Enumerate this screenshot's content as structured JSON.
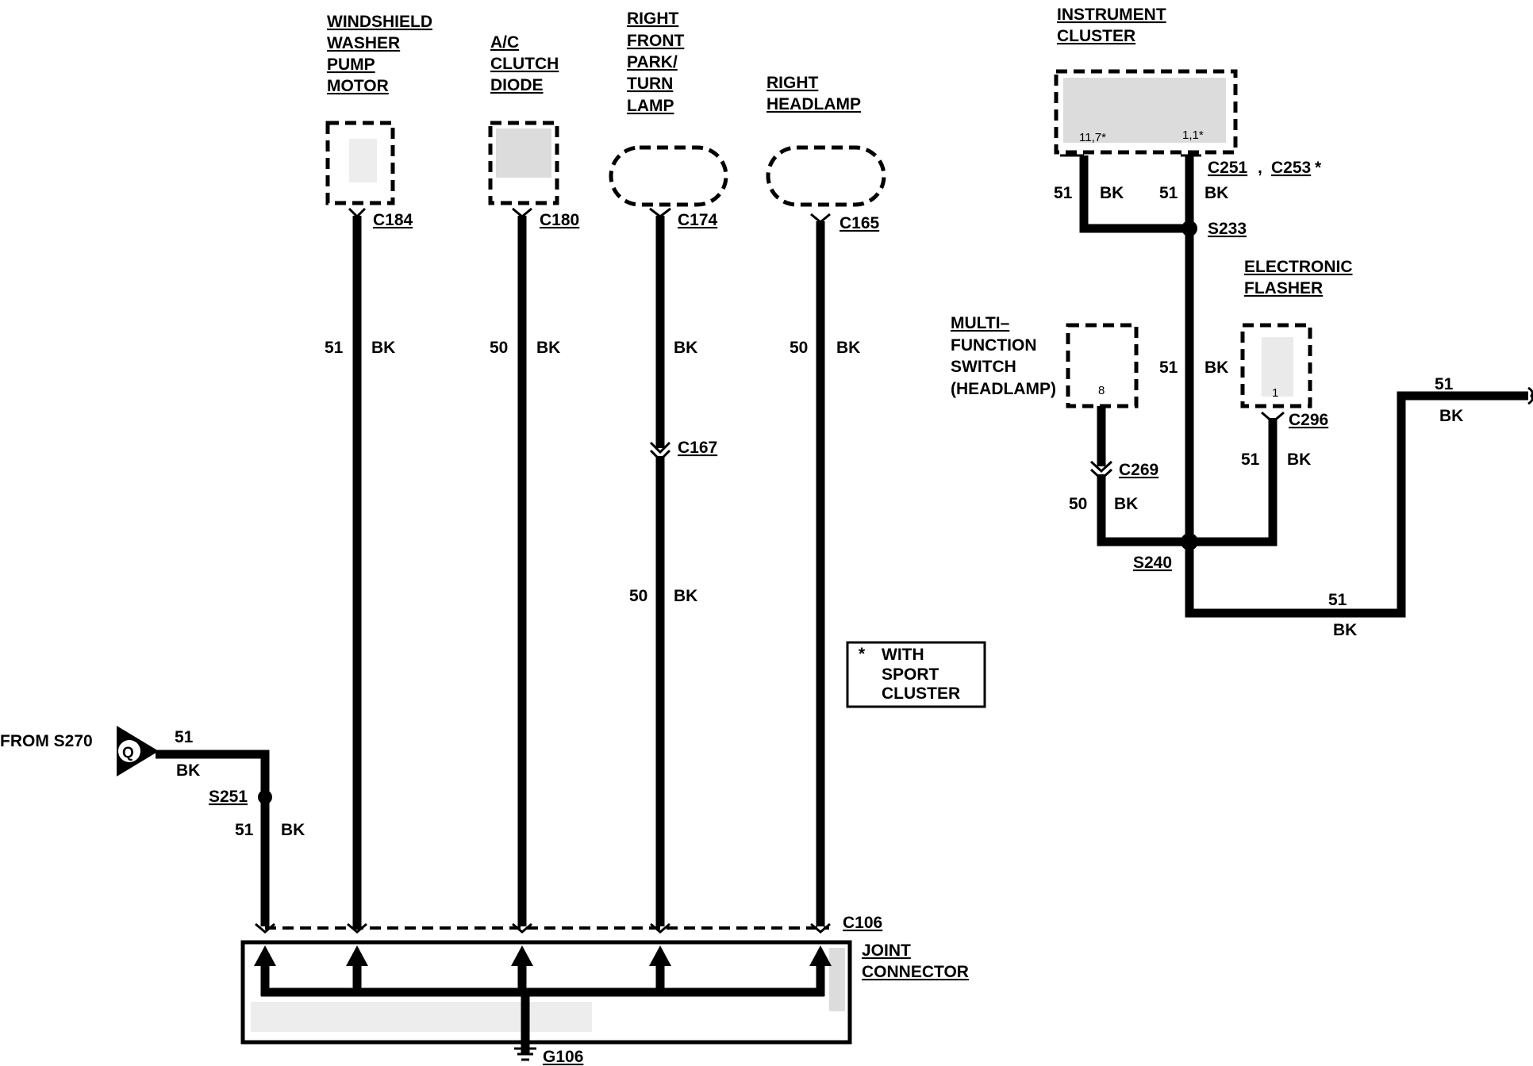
{
  "components": {
    "washer_pump": [
      "WINDSHIELD",
      "WASHER",
      "PUMP",
      "MOTOR"
    ],
    "ac_diode": [
      "A/C",
      "CLUTCH",
      "DIODE"
    ],
    "park_turn": [
      "RIGHT",
      "FRONT",
      "PARK/",
      "TURN",
      "LAMP"
    ],
    "headlamp": [
      "RIGHT",
      "HEADLAMP"
    ],
    "cluster": [
      "INSTRUMENT",
      "CLUSTER"
    ],
    "flasher": [
      "ELECTRONIC",
      "FLASHER"
    ],
    "mfs": [
      "MULTI–",
      "FUNCTION",
      "SWITCH",
      "(HEADLAMP)"
    ],
    "joint": [
      "JOINT",
      "CONNECTOR"
    ]
  },
  "connectors": {
    "c184": "C184",
    "c180": "C180",
    "c174": "C174",
    "c165": "C165",
    "c167": "C167",
    "c106": "C106",
    "c251": "C251",
    "c251_sep": ",",
    "c253": "C253",
    "c253_star": "*",
    "c269": "C269",
    "c296": "C296"
  },
  "splices": {
    "s251": "S251",
    "s233": "S233",
    "s240": "S240"
  },
  "ground": "G106",
  "from_label": "FROM S270",
  "connector_q": "Q",
  "pins": {
    "cluster_left": "11,7*",
    "cluster_right": "1,1*",
    "mfs": "8",
    "flasher": "1"
  },
  "wire_labels": {
    "circuit_51": "51",
    "circuit_50": "50",
    "color_bk": "BK"
  },
  "note": {
    "star": "*",
    "lines": [
      "WITH",
      "SPORT",
      "CLUSTER"
    ]
  }
}
